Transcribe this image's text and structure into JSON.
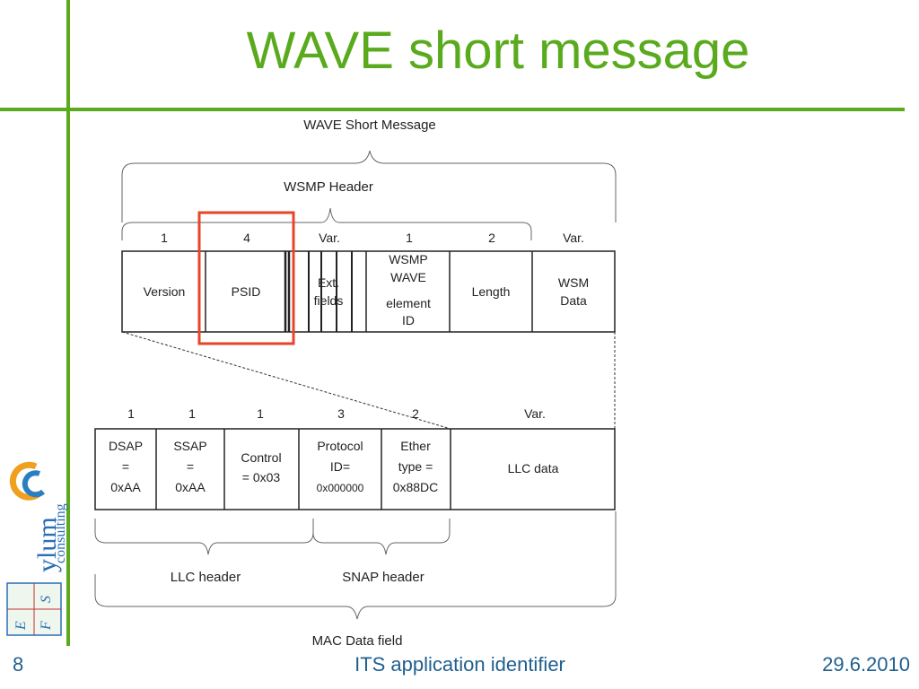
{
  "title": "WAVE short message",
  "footer": {
    "page": "8",
    "center": "ITS application identifier",
    "date": "29.6.2010"
  },
  "logo": {
    "brand": "ylum",
    "sub": "consulting",
    "letters": [
      "E",
      "S",
      "F"
    ]
  },
  "colors": {
    "accent": "#5aaa1e",
    "highlight": "#e8442a",
    "footer_text": "#1f5f8f"
  },
  "diagram": {
    "top_label": "WAVE Short Message",
    "wsmp_header_label": "WSMP Header",
    "top_sizes": [
      "1",
      "4",
      "Var.",
      "1",
      "2",
      "Var."
    ],
    "top_fields": {
      "version": "Version",
      "psid": "PSID",
      "ext_1": "Ext.",
      "ext_2": "fields",
      "element_1": "WSMP",
      "element_2": "WAVE",
      "element_3": "element",
      "element_4": "ID",
      "length": "Length",
      "data_1": "WSM",
      "data_2": "Data"
    },
    "bottom_sizes": [
      "1",
      "1",
      "1",
      "3",
      "2",
      "Var."
    ],
    "bottom_fields": {
      "dsap_1": "DSAP",
      "dsap_2": "=",
      "dsap_3": "0xAA",
      "ssap_1": "SSAP",
      "ssap_2": "=",
      "ssap_3": "0xAA",
      "control_1": "Control",
      "control_2": "= 0x03",
      "protocol_1": "Protocol",
      "protocol_2": "ID=",
      "protocol_3": "0x000000",
      "ether_1": "Ether",
      "ether_2": "type =",
      "ether_3": "0x88DC",
      "llc_data": "LLC data"
    },
    "llc_header_label": "LLC header",
    "snap_header_label": "SNAP header",
    "mac_label": "MAC Data field"
  }
}
